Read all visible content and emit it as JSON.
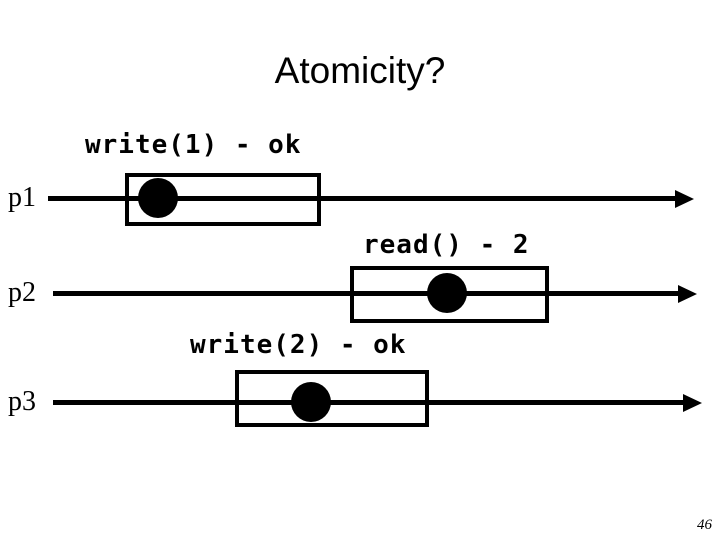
{
  "slide": {
    "title": "Atomicity?",
    "page_number": "46"
  },
  "colors": {
    "foreground": "#000000",
    "background": "#ffffff"
  },
  "timelines": [
    {
      "process": "p1",
      "operation": "write(1) - ok"
    },
    {
      "process": "p2",
      "operation": "read() - 2"
    },
    {
      "process": "p3",
      "operation": "write(2) - ok"
    }
  ]
}
